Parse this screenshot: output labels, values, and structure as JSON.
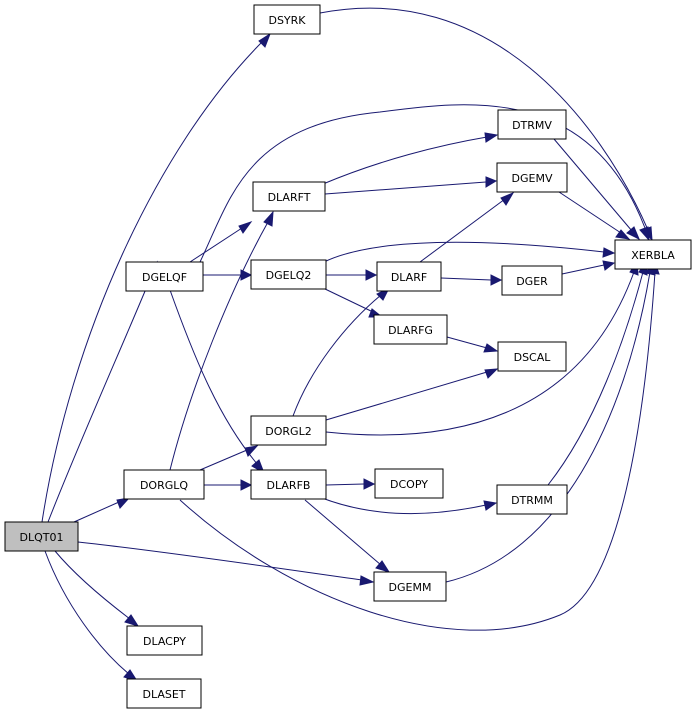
{
  "graph": {
    "nodes": {
      "DLQT01": "DLQT01",
      "DSYRK": "DSYRK",
      "DGELQF": "DGELQF",
      "DORGLQ": "DORGLQ",
      "DLACPY": "DLACPY",
      "DLASET": "DLASET",
      "DLARFT": "DLARFT",
      "DGELQ2": "DGELQ2",
      "DORGL2": "DORGL2",
      "DLARFB": "DLARFB",
      "DLARF": "DLARF",
      "DLARFG": "DLARFG",
      "DCOPY": "DCOPY",
      "DGEMM": "DGEMM",
      "DTRMV": "DTRMV",
      "DGEMV": "DGEMV",
      "DGER": "DGER",
      "DSCAL": "DSCAL",
      "DTRMM": "DTRMM",
      "XERBLA": "XERBLA"
    },
    "root": "DLQT01",
    "colors": {
      "edge": "#191970",
      "root_fill": "#bfbfbf",
      "node_fill": "#ffffff",
      "node_stroke": "#000000"
    }
  }
}
